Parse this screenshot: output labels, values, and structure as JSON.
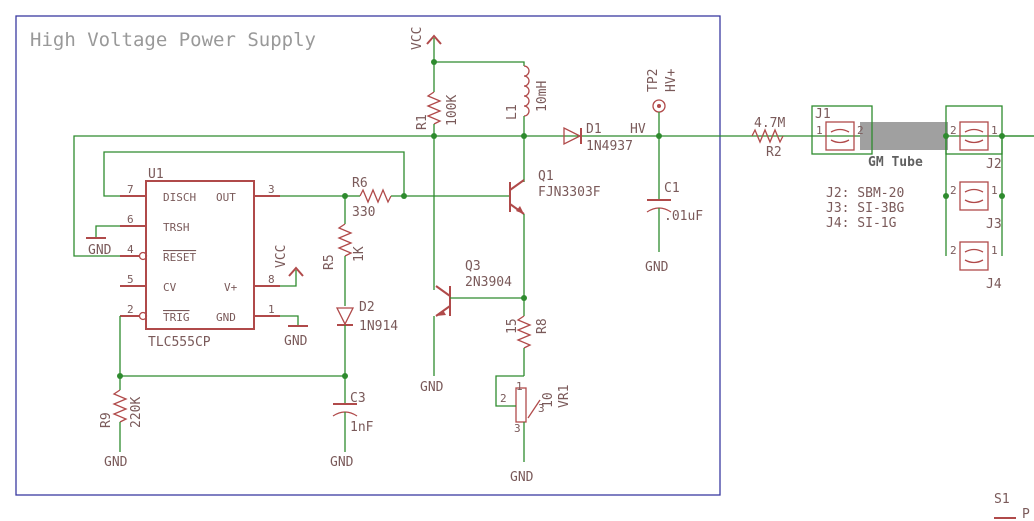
{
  "title": "High Voltage Power Supply",
  "u1": {
    "ref": "U1",
    "value": "TLC555CP",
    "pins": {
      "disch": "DISCH",
      "out": "OUT",
      "trsh": "TRSH",
      "reset": "RESET",
      "cv": "CV",
      "vplus": "V+",
      "trig": "TRIG",
      "gnd": "GND"
    },
    "nums": {
      "p7": "7",
      "p6": "6",
      "p4": "4",
      "p5": "5",
      "p2": "2",
      "p3": "3",
      "p8": "8",
      "p1": "1"
    }
  },
  "r1": {
    "ref": "R1",
    "value": "100K"
  },
  "r2": {
    "ref": "R2",
    "value": "4.7M"
  },
  "r5": {
    "ref": "R5",
    "value": "1K"
  },
  "r6": {
    "ref": "R6",
    "value": "330"
  },
  "r8": {
    "ref": "R8",
    "value": "15"
  },
  "r9": {
    "ref": "R9",
    "value": "220K"
  },
  "l1": {
    "ref": "L1",
    "value": "10mH"
  },
  "d1": {
    "ref": "D1",
    "value": "1N4937"
  },
  "d2": {
    "ref": "D2",
    "value": "1N914"
  },
  "q1": {
    "ref": "Q1",
    "value": "FJN3303F"
  },
  "q3": {
    "ref": "Q3",
    "value": "2N3904"
  },
  "c1": {
    "ref": "C1",
    "value": ".01uF"
  },
  "c3": {
    "ref": "C3",
    "value": "1nF"
  },
  "vr1": {
    "ref": "VR1",
    "value": "10",
    "pins": {
      "p1": "1",
      "p2": "2",
      "p3": "3",
      "w": "3"
    }
  },
  "tp2": {
    "ref": "TP2",
    "value": "HV+"
  },
  "labels": {
    "vcc": "VCC",
    "gnd": "GND",
    "hv": "HV"
  },
  "gm": {
    "label": "GM Tube",
    "j1": "J1",
    "j2": "J2",
    "j3": "J3",
    "j4": "J4",
    "pin1": "1",
    "pin2": "2",
    "notes": [
      "J2: SBM-20",
      "J3: SI-3BG",
      "J4: SI-1G"
    ]
  },
  "s1": {
    "ref": "S1",
    "partial": "P"
  }
}
